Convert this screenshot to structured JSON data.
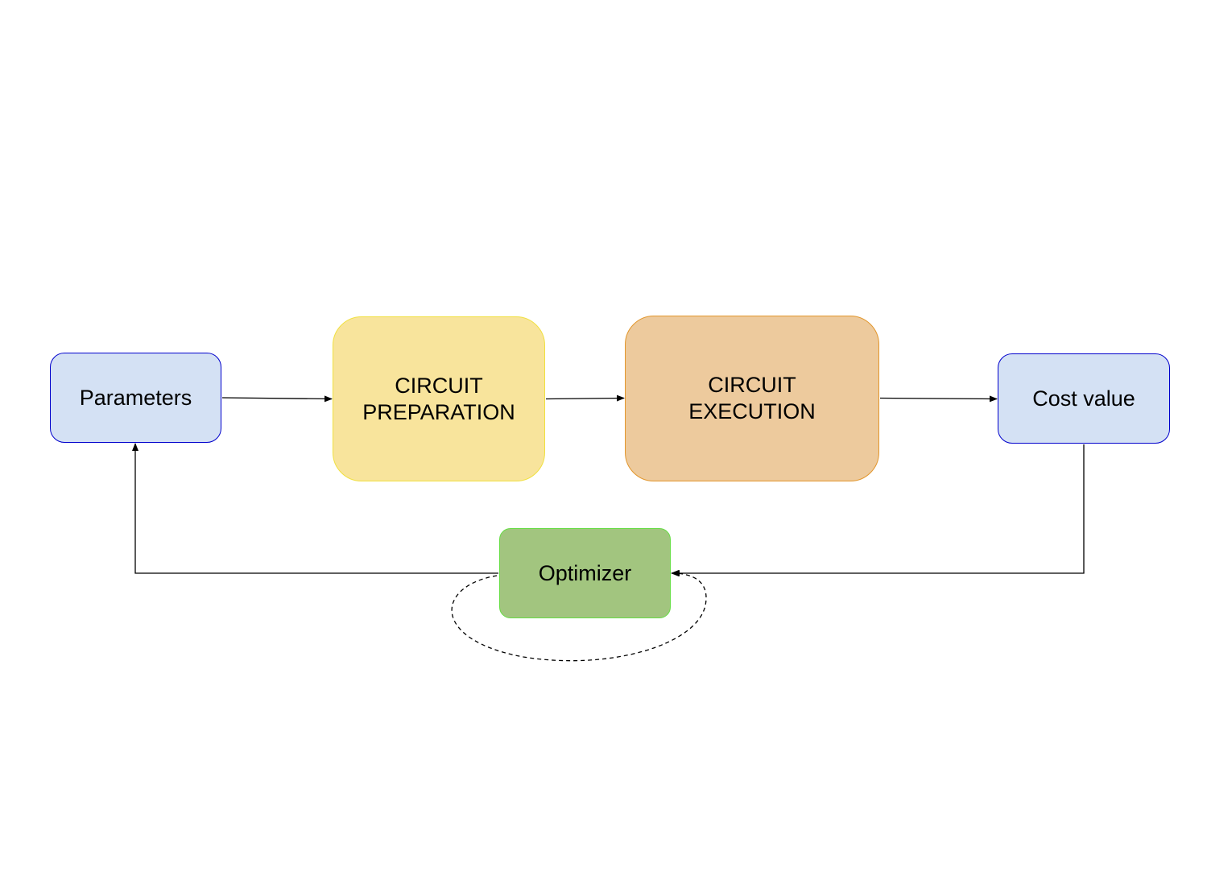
{
  "nodes": {
    "parameters": {
      "label": "Parameters",
      "fill": "#d4e1f4"
    },
    "circuit_preparation": {
      "line1": "CIRCUIT",
      "line2": "PREPARATION",
      "fill": "#f8e49c"
    },
    "circuit_execution": {
      "line1": "CIRCUIT",
      "line2": "EXECUTION",
      "fill": "#edca9d"
    },
    "cost_value": {
      "label": "Cost value",
      "fill": "#d4e1f4"
    },
    "optimizer": {
      "label": "Optimizer",
      "fill": "#a2c57f"
    }
  },
  "edges": [
    {
      "from": "parameters",
      "to": "circuit-preparation",
      "style": "solid"
    },
    {
      "from": "circuit-preparation",
      "to": "circuit-execution",
      "style": "solid"
    },
    {
      "from": "circuit-execution",
      "to": "cost-value",
      "style": "solid"
    },
    {
      "from": "cost-value",
      "to": "optimizer",
      "style": "solid"
    },
    {
      "from": "optimizer",
      "to": "parameters",
      "style": "solid"
    },
    {
      "from": "optimizer",
      "to": "optimizer",
      "style": "dashed"
    }
  ],
  "colors": {
    "edge": "#000000",
    "blue_border": "#0000cc",
    "yellow_border": "#f0e040",
    "orange_border": "#e2962c",
    "green_border": "#66dd44"
  }
}
